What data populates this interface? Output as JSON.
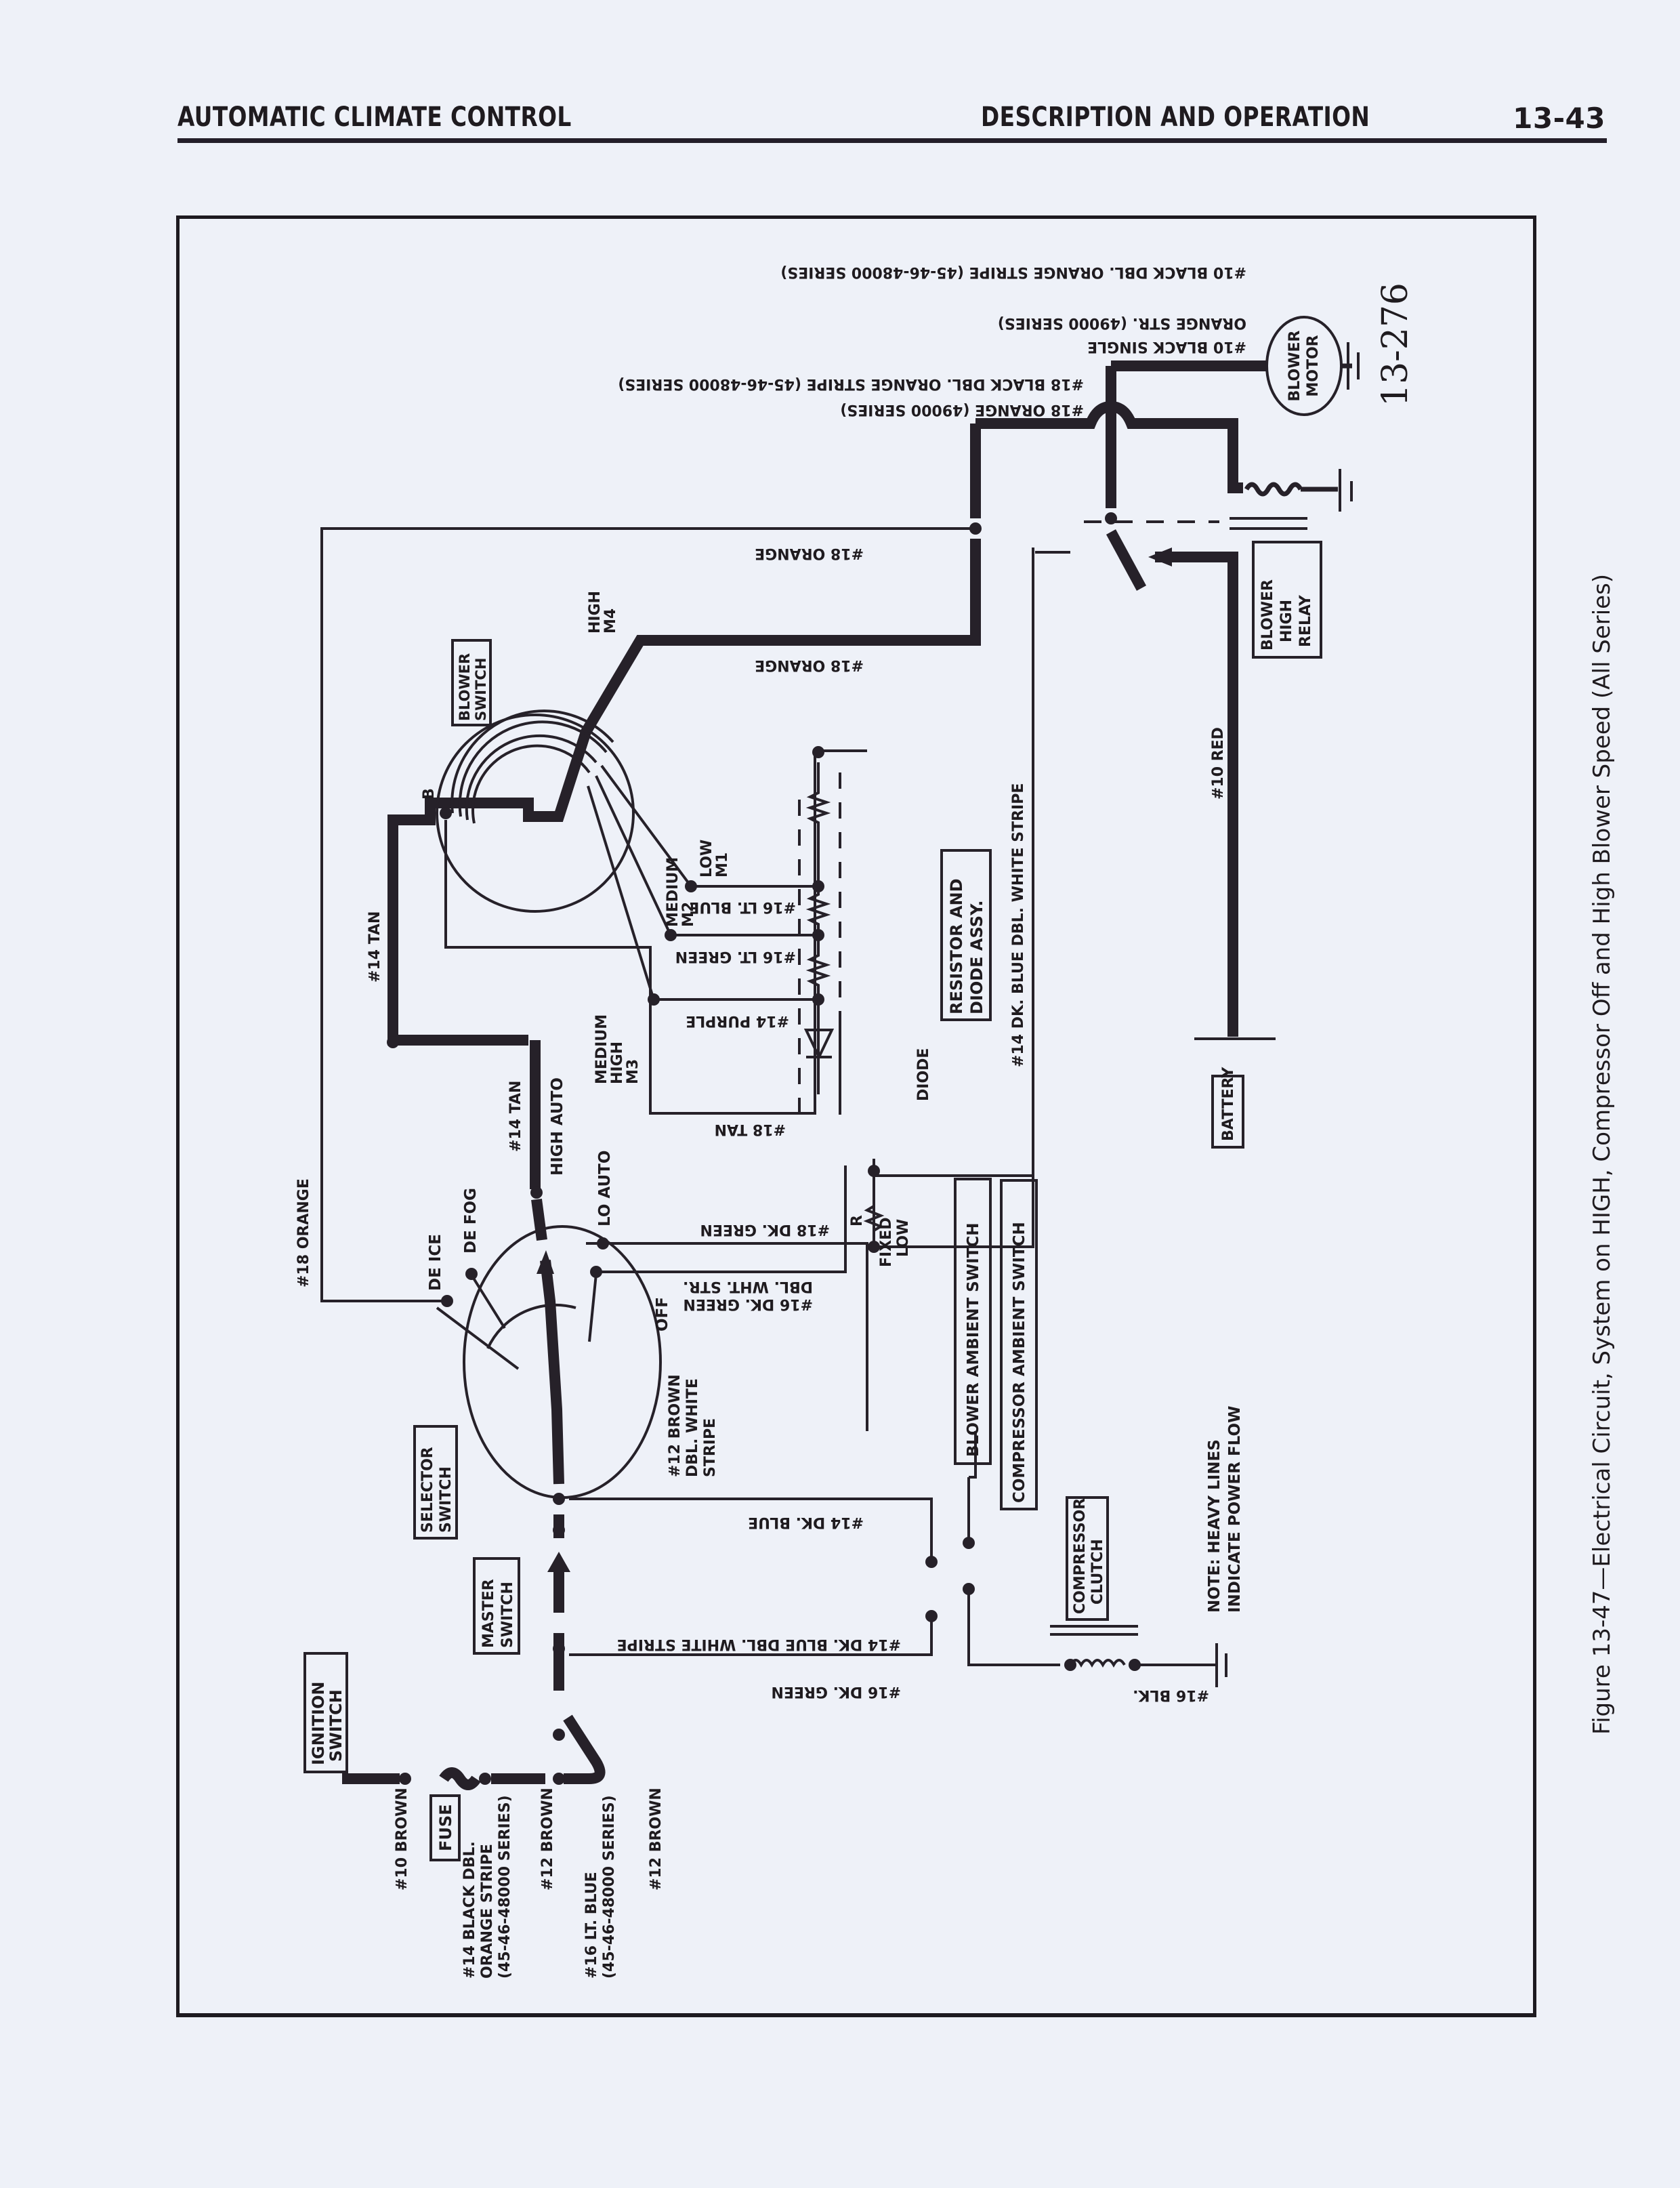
{
  "header": {
    "section_left": "AUTOMATIC CLIMATE CONTROL",
    "section_right": "DESCRIPTION AND OPERATION",
    "page_number": "13-43"
  },
  "figure": {
    "caption": "Figure 13-47—Electrical Circuit, System on HIGH, Compressor Off and High Blower Speed (All Series)",
    "figure_number": "13-276",
    "note_line1": "NOTE: HEAVY LINES",
    "note_line2": "INDICATE POWER FLOW"
  },
  "components": {
    "ignition_switch": [
      "IGNITION",
      "SWITCH"
    ],
    "fuse": "FUSE",
    "master_switch": [
      "MASTER",
      "SWITCH"
    ],
    "selector_switch": [
      "SELECTOR",
      "SWITCH"
    ],
    "blower_switch": [
      "BLOWER",
      "SWITCH"
    ],
    "resistor_diode": [
      "RESISTOR AND",
      "DIODE ASSY."
    ],
    "blower_ambient_switch": "BLOWER AMBIENT SWITCH",
    "compressor_ambient_switch": "COMPRESSOR AMBIENT SWITCH",
    "compressor_clutch": [
      "COMPRESSOR",
      "CLUTCH"
    ],
    "battery": "BATTERY",
    "blower_high_relay": [
      "BLOWER",
      "HIGH",
      "RELAY"
    ],
    "blower_motor": [
      "BLOWER",
      "MOTOR"
    ],
    "diode": "DIODE"
  },
  "selector_positions": {
    "de_ice": "DE ICE",
    "de_fog": "DE FOG",
    "high_auto": "HIGH AUTO",
    "lo_auto": "LO AUTO",
    "off": "OFF"
  },
  "blower_positions": {
    "b": "B",
    "high": [
      "HIGH",
      "M4"
    ],
    "medium_high": [
      "MEDIUM",
      "HIGH",
      "M3"
    ],
    "medium": [
      "MEDIUM",
      "M2"
    ],
    "low": [
      "LOW",
      "M1"
    ],
    "fixed_low": [
      "FIXED",
      "LOW"
    ],
    "resistor_mark": "R"
  },
  "wires": {
    "w10_brown": "#10 BROWN",
    "w14_black_dbl": [
      "#14 BLACK DBL.",
      "ORANGE STRIPE",
      "(45-46-48000 SERIES)"
    ],
    "w12_brown_a": "#12 BROWN",
    "w16_lt_blue": [
      "#16 LT. BLUE",
      "(45-46-48000 SERIES)"
    ],
    "w12_brown_b": "#12 BROWN",
    "w12_brown_dbl": [
      "#12 BROWN",
      "DBL. WHITE",
      "STRIPE"
    ],
    "w14_dk_blue_dbl": "#14 DK. BLUE DBL. WHITE STRIPE",
    "w14_dk_blue_dbl_vert": "#14 DK. BLUE DBL. WHITE STRIPE",
    "w16_dk_green": "#16 DK. GREEN",
    "w14_dk_blue": "#14 DK. BLUE",
    "w16_dk_green_dbl": [
      "#16 DK. GREEN",
      "DBL. WHT. STR."
    ],
    "w18_dk_green": "#18 DK. GREEN",
    "w16_blk": "#16 BLK.",
    "w18_orange_left": "#18 ORANGE",
    "w14_tan_a": "#14 TAN",
    "w14_tan_b": "#14 TAN",
    "w18_tan": "#18 TAN",
    "w14_purple": "#14 PURPLE",
    "w16_lt_green": "#16 LT. GREEN",
    "w16_lt_blue_res": "#16 LT. BLUE",
    "w18_orange_top1": "#18 ORANGE",
    "w18_orange_top2": "#18 ORANGE",
    "w10_red": "#10 RED",
    "w18_orange_49000": "#18 ORANGE (49000 SERIES)",
    "w18_black_dbl": "#18 BLACK DBL. ORANGE STRIPE  (45-46-48000 SERIES)",
    "w10_black_single": "#10 BLACK SINGLE",
    "orange_str_49000": "ORANGE STR. (49000 SERIES)",
    "w10_black_dbl": "#10 BLACK DBL. ORANGE STRIPE (45-46-48000 SERIES)"
  }
}
